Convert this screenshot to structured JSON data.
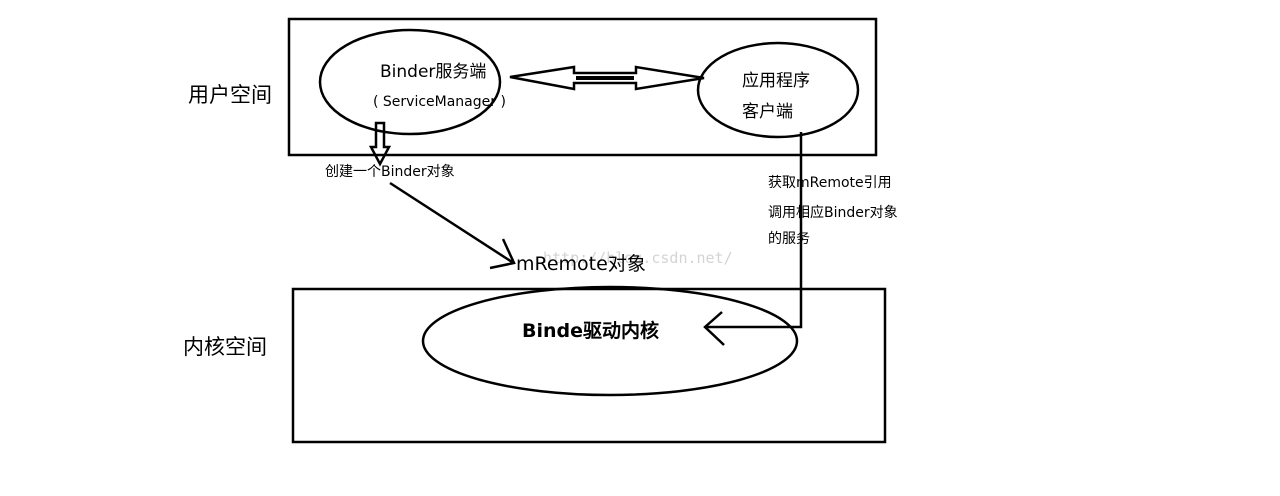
{
  "regions": {
    "user_space_label": "用户空间",
    "kernel_space_label": "内核空间"
  },
  "nodes": {
    "server_title": "Binder服务端",
    "server_subtitle": "( ServiceManager )",
    "client_line1": "应用程序",
    "client_line2": "客户端",
    "kernel_driver": "Binde驱动内核",
    "remote_object": "mRemote对象"
  },
  "edges": {
    "create_label": "创建一个Binder对象",
    "client_note_line1": "获取mRemote引用",
    "client_note_line2": "调用相应Binder对象",
    "client_note_line3": "的服务"
  },
  "watermark": "http://blog.csdn.net/"
}
